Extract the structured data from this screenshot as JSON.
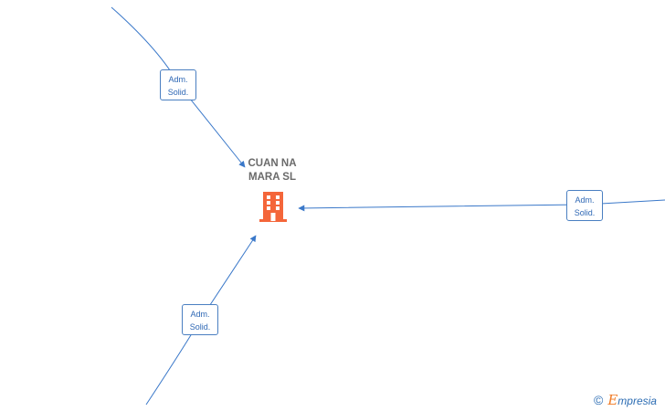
{
  "company": {
    "line1": "CUAN NA",
    "line2": "MARA  SL",
    "icon": "office-building-icon",
    "icon_color": "#f4663a"
  },
  "edges": [
    {
      "label_line1": "Adm.",
      "label_line2": "Solid."
    },
    {
      "label_line1": "Adm.",
      "label_line2": "Solid."
    },
    {
      "label_line1": "Adm.",
      "label_line2": "Solid."
    }
  ],
  "edge_color": "#3a78c9",
  "watermark": {
    "symbol": "©",
    "brand_first": "E",
    "brand_rest": "mpresia",
    "brand_color": "#f07a24",
    "text_color": "#2b6cb3"
  }
}
